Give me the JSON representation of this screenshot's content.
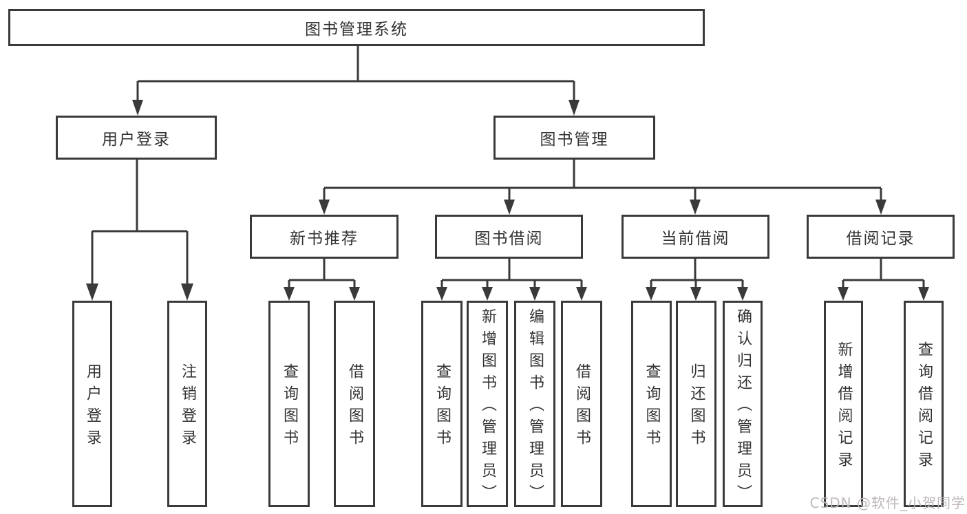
{
  "diagram": {
    "root": {
      "label": "图书管理系统"
    },
    "branches": [
      {
        "label": "用户登录",
        "children": [
          {
            "label": "用户登录"
          },
          {
            "label": "注销登录"
          }
        ]
      },
      {
        "label": "图书管理",
        "children": [
          {
            "label": "新书推荐",
            "children": [
              {
                "label": "查询图书"
              },
              {
                "label": "借阅图书"
              }
            ]
          },
          {
            "label": "图书借阅",
            "children": [
              {
                "label": "查询图书"
              },
              {
                "label": "新增图书（管理员）"
              },
              {
                "label": "编辑图书（管理员）"
              },
              {
                "label": "借阅图书"
              }
            ]
          },
          {
            "label": "当前借阅",
            "children": [
              {
                "label": "查询图书"
              },
              {
                "label": "归还图书"
              },
              {
                "label": "确认归还（管理员）"
              }
            ]
          },
          {
            "label": "借阅记录",
            "children": [
              {
                "label": "新增借阅记录"
              },
              {
                "label": "查询借阅记录"
              }
            ]
          }
        ]
      }
    ]
  },
  "watermark": {
    "text": "CSDN @软件_小贺同学"
  },
  "colors": {
    "line": "#3a3a3a",
    "text": "#333333",
    "box_fill": "#ffffff",
    "watermark": "#beb7b7",
    "background": "#ffffff"
  }
}
